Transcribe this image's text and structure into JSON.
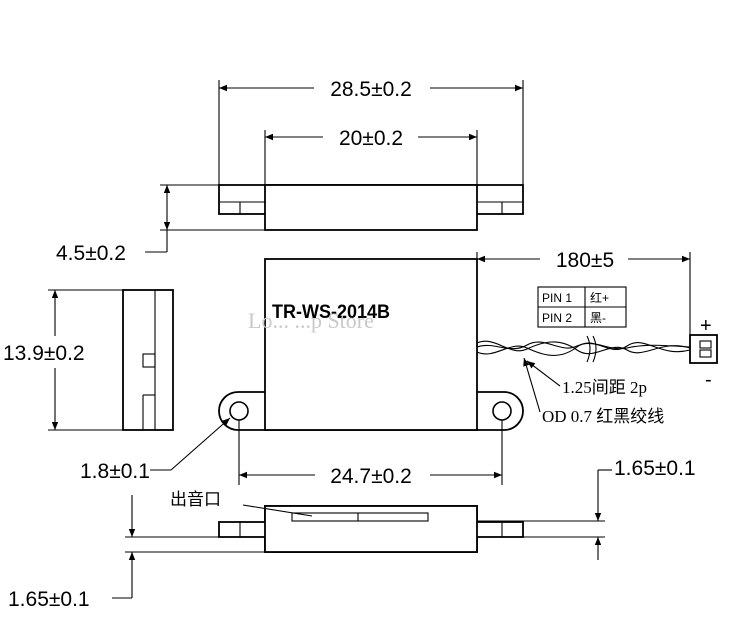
{
  "dimensions": {
    "total_length": "28.5±0.2",
    "inner_length": "20±0.2",
    "flange_thickness": "4.5±0.2",
    "wire_length": "180±5",
    "body_height": "13.9±0.2",
    "hole_diameter": "1.8±0.1",
    "hole_spacing": "24.7±0.2",
    "top_offset": "1.65±0.1",
    "bottom_offset": "1.65±0.1"
  },
  "labels": {
    "model": "TR-WS-2014B",
    "watermark": "Lo... ...p Store",
    "sound_outlet": "出音口",
    "connector_pitch": "1.25间距 2p",
    "wire_spec": "OD 0.7 红黑绞线",
    "plus_sign": "+",
    "minus_sign": "-"
  },
  "pin_table": [
    {
      "pin": "PIN 1",
      "color": "红+"
    },
    {
      "pin": "PIN 2",
      "color": "黑-"
    }
  ]
}
